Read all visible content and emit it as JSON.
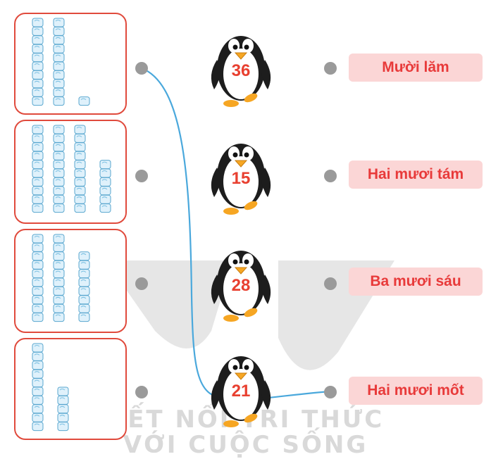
{
  "watermark": {
    "line1": "KẾT NỐI TRI THỨC",
    "line2": "VỚI CUỘC SỐNG"
  },
  "cards": [
    {
      "tens": 2,
      "ones": 1
    },
    {
      "tens": 3,
      "ones": 6
    },
    {
      "tens": 2,
      "ones": 8
    },
    {
      "tens": 1,
      "ones": 5
    }
  ],
  "penguins": [
    "36",
    "15",
    "28",
    "21"
  ],
  "labels": [
    "Mười lăm",
    "Hai mươi tám",
    "Ba mươi sáu",
    "Hai mươi mốt"
  ],
  "colors": {
    "card_border": "#e04a3c",
    "line": "#4aa8dc",
    "label_bg": "#fbd6d6",
    "label_text": "#e83a3a",
    "number": "#e84030",
    "dot": "#9a9a9a"
  },
  "icons": {
    "cube": "ice-cube-icon",
    "penguin": "penguin-icon"
  }
}
